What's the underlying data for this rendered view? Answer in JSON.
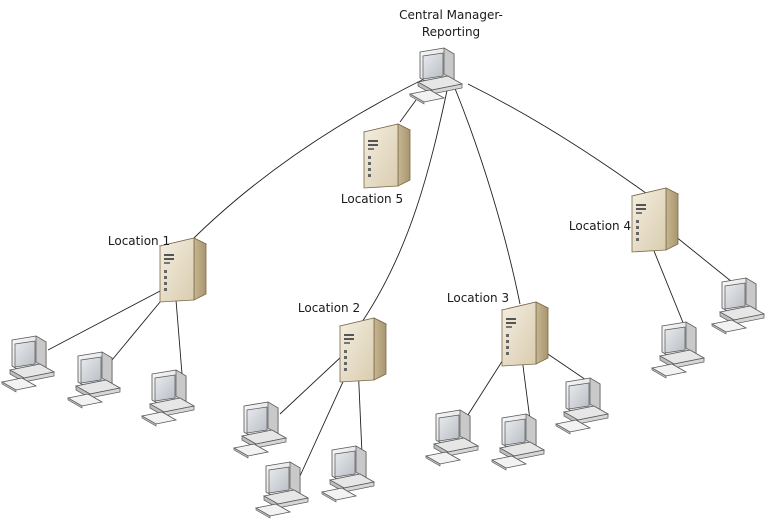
{
  "nodes": {
    "central": {
      "label_line1": "Central Manager-",
      "label_line2": "Reporting",
      "icon": "workstation-icon"
    },
    "location5": {
      "label": "Location 5",
      "icon": "server-icon"
    },
    "location1": {
      "label": "Location 1",
      "icon": "server-icon"
    },
    "location2": {
      "label": "Location 2",
      "icon": "server-icon"
    },
    "location3": {
      "label": "Location 3",
      "icon": "server-icon"
    },
    "location4": {
      "label": "Location 4",
      "icon": "server-icon"
    }
  },
  "clients": {
    "location1": 3,
    "location2": 3,
    "location3": 3,
    "location4": 2
  },
  "colors": {
    "server_body": "#e9e0c8",
    "server_side": "#c9b896",
    "monitor_body": "#ececec",
    "screen": "#cfd3d8",
    "line": "#222222"
  }
}
